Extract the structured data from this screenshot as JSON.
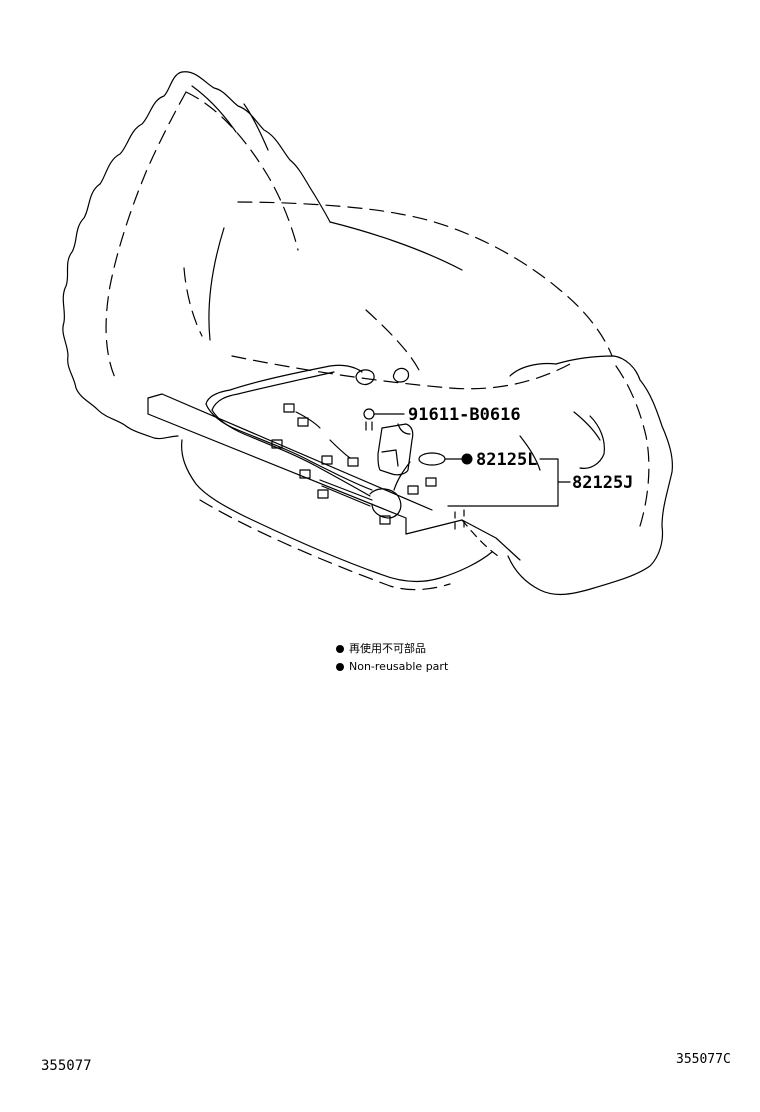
{
  "parts": {
    "bolt": "91611-B0616",
    "gasket": "82125L",
    "harness": "82125J"
  },
  "legend": {
    "japanese": "再使用不可部品",
    "english": "Non-reusable part"
  },
  "footer": {
    "left_code": "355077",
    "right_code": "355077C"
  },
  "colors": {
    "line": "#000000",
    "background": "#ffffff"
  },
  "icons": {
    "non_reusable_marker": "filled-circle-icon"
  }
}
